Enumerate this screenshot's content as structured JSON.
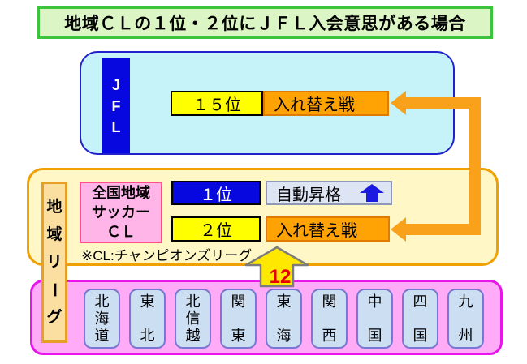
{
  "title": "地域ＣＬの１位・２位にＪＦＬ入会意思がある場合",
  "jfl_section": {
    "league_letters": [
      "J",
      "F",
      "L"
    ],
    "rank": "１５位",
    "outcome": "入れ替え戦"
  },
  "cl_section": {
    "org_lines": [
      "全国地域",
      "サッカー",
      "ＣＬ"
    ],
    "first": {
      "rank": "１位",
      "outcome": "自動昇格"
    },
    "second": {
      "rank": "２位",
      "outcome": "入れ替え戦"
    },
    "note": "※CL:チャンピオンズリーグ"
  },
  "league_bar": {
    "label": "地域リーグ"
  },
  "up_arrow": {
    "count": "12"
  },
  "regions": [
    "北海道",
    "東北",
    "北信越",
    "関東",
    "東海",
    "関西",
    "中国",
    "四国",
    "九州"
  ],
  "colors": {
    "title_bg": "#dcf5c4",
    "title_border": "#3dc43d",
    "jfl_bg": "#c6f3f9",
    "jfl_border": "#2222cc",
    "jfl_bar_blue": "#0707e0",
    "rank_yellow": "#ffff00",
    "playoff_orange": "#ffa203",
    "promotion_bg": "#dde5f4",
    "promotion_arrow_blue": "#1a1ae0",
    "cl_bg": "#fff8c6",
    "cl_border": "#f0a000",
    "org_pink": "#ffb5e8",
    "org_border": "#ff4f86",
    "league_bar_bg": "#fbdfa0",
    "league_bar_border": "#e89f28",
    "regions_bg": "#ffabf7",
    "regions_border": "#e816e8",
    "region_box_bg": "#cbdef2",
    "connector_orange": "#f9a11b",
    "count_arrow_yellow": "#ffe800",
    "count_red": "#e60000"
  }
}
